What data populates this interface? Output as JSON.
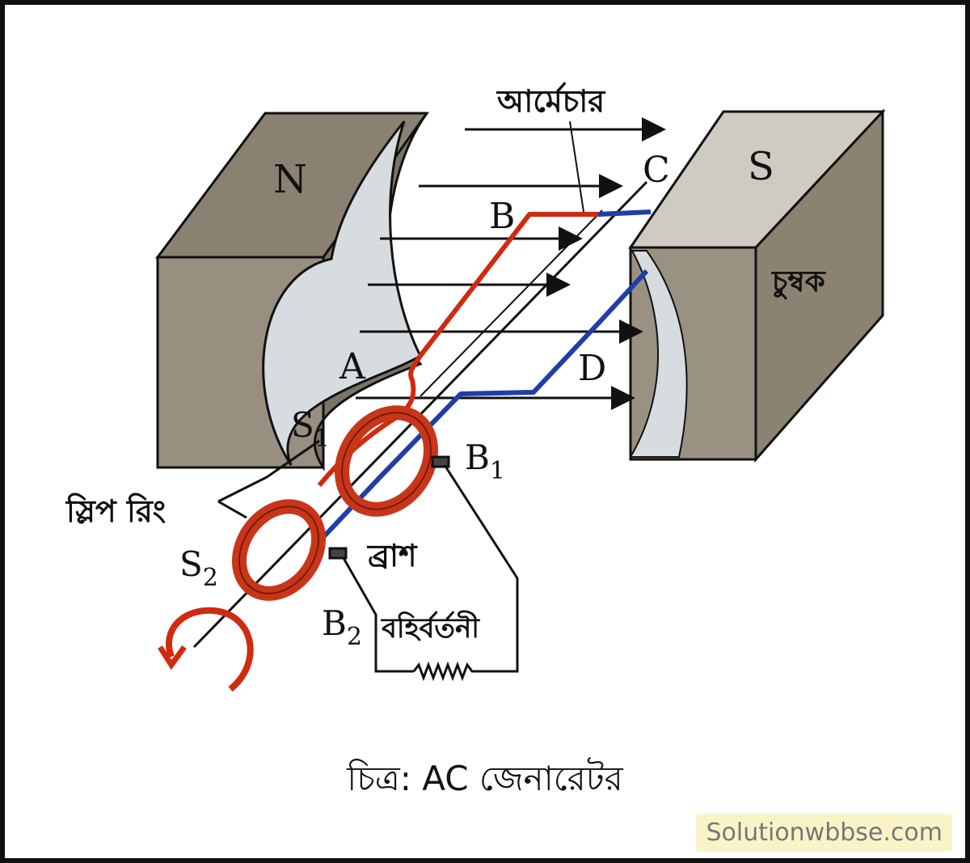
{
  "labels": {
    "pole_n": "N",
    "pole_s": "S",
    "armature": "আর্মেচার",
    "magnet": "চুম্বক",
    "point_a": "A",
    "point_b": "B",
    "point_c": "C",
    "point_d": "D",
    "slip_ring": "স্লিপ রিং",
    "brush": "ব্রাশ",
    "external_circuit": "বহির্বর্তনী",
    "s1_letter": "S",
    "s1_sub": "1",
    "s2_letter": "S",
    "s2_sub": "2",
    "b1_letter": "B",
    "b1_sub": "1",
    "b2_letter": "B",
    "b2_sub": "2"
  },
  "caption": "চিত্র: AC জেনারেটর",
  "watermark": "Solutionwbbse.com",
  "colors": {
    "magnet_top": "#8a8173",
    "magnet_front": "#9a9183",
    "magnet_face": "#d6dce0",
    "coil_red": "#d02a10",
    "coil_blue": "#1f3ea8",
    "ring": "#c8361a"
  }
}
